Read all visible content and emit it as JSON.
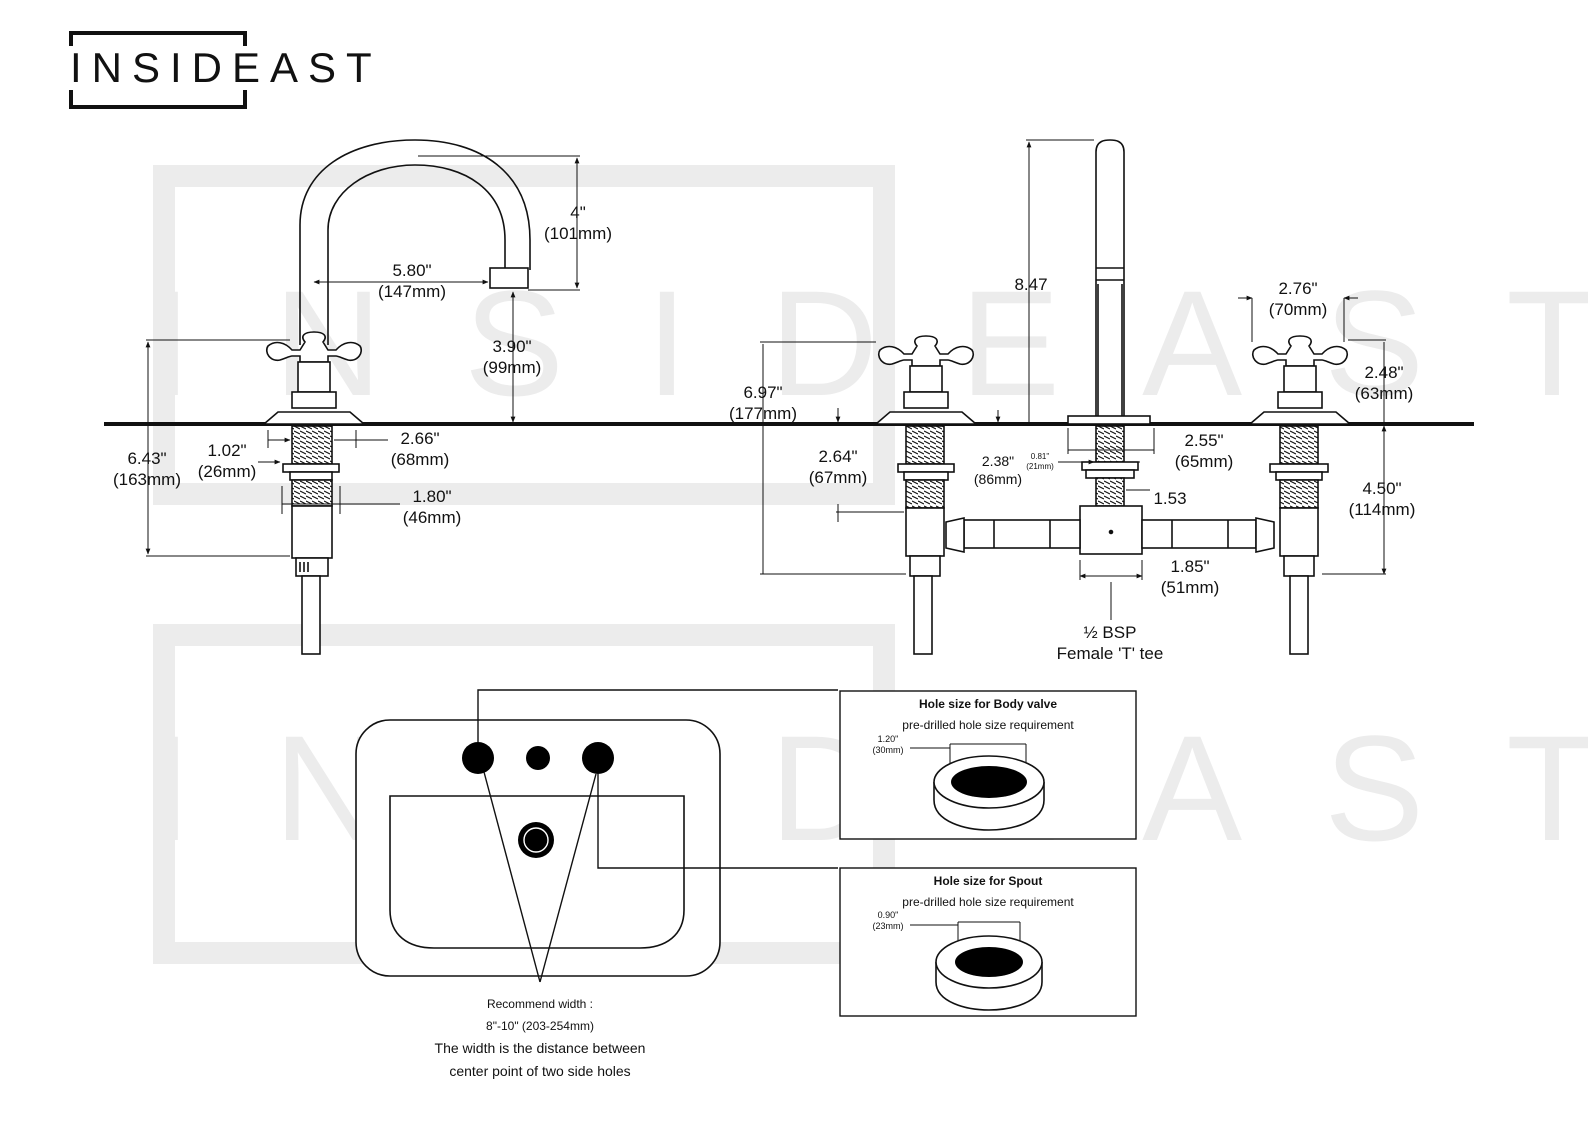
{
  "brand": {
    "logo_text": "INSIDEAST",
    "watermark_text": "INSIDEAST"
  },
  "side_view": {
    "spout_height": {
      "in": "4\"",
      "mm": "(101mm)"
    },
    "spout_reach": {
      "in": "5.80\"",
      "mm": "(147mm)"
    },
    "spout_clearance": {
      "in": "3.90\"",
      "mm": "(99mm)"
    },
    "overall_height": {
      "in": "6.43\"",
      "mm": "(163mm)"
    },
    "shank_diameter": {
      "in": "1.02\"",
      "mm": "(26mm)"
    },
    "flange_diameter": {
      "in": "2.66\"",
      "mm": "(68mm)"
    },
    "nut_diameter": {
      "in": "1.80\"",
      "mm": "(46mm)"
    }
  },
  "front_view": {
    "spout_height": {
      "in": "8.47"
    },
    "handle_width": {
      "in": "2.76\"",
      "mm": "(70mm)"
    },
    "handle_height": {
      "in": "2.48\"",
      "mm": "(63mm)"
    },
    "valve_height": {
      "in": "6.97\"",
      "mm": "(177mm)"
    },
    "shank_length": {
      "in": "2.64\"",
      "mm": "(67mm)"
    },
    "spout_flange": {
      "in": "2.38\"",
      "mm": "(86mm)"
    },
    "spout_shank": {
      "in": "0.81\"",
      "mm": "(21mm)"
    },
    "body_flange": {
      "in": "2.55\"",
      "mm": "(65mm)"
    },
    "tee_offset": {
      "in": "1.53"
    },
    "under_deck": {
      "in": "4.50\"",
      "mm": "(114mm)"
    },
    "tee_width": {
      "in": "1.85\"",
      "mm": "(51mm)"
    },
    "tee_label": {
      "line1": "½  BSP",
      "line2": "Female 'T' tee"
    }
  },
  "hole_boxes": [
    {
      "title": "Hole size for Body valve",
      "subtitle": "pre-drilled hole size requirement",
      "in": "1.20\"",
      "mm": "(30mm)"
    },
    {
      "title": "Hole size for Spout",
      "subtitle": "pre-drilled hole size requirement",
      "in": "0.90\"",
      "mm": "(23mm)"
    }
  ],
  "recommendation": {
    "line1": "Recommend width :",
    "line2": "8\"-10\" (203-254mm)",
    "line3": "The width is the distance between",
    "line4": "center point of two side holes"
  }
}
